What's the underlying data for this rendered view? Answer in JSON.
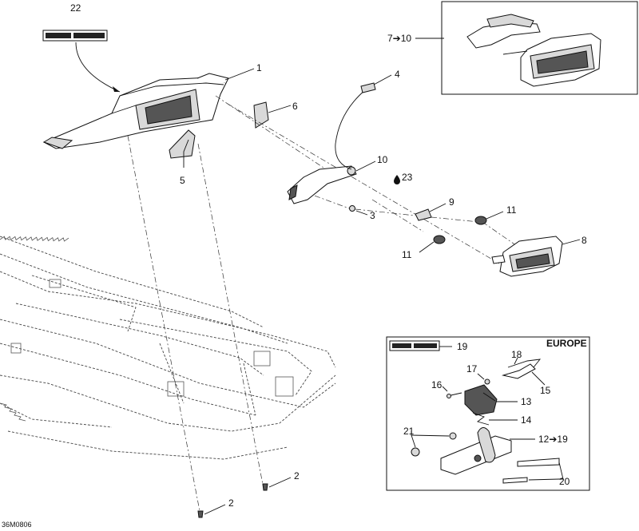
{
  "diagram_code": "36M0806",
  "inset_europe_title": "EUROPE",
  "callouts": {
    "c1": "1",
    "c2a": "2",
    "c2b": "2",
    "c3": "3",
    "c4": "4",
    "c5": "5",
    "c6": "6",
    "c7": "7➔10",
    "c8": "8",
    "c9": "9",
    "c10": "10",
    "c11a": "11",
    "c11b": "11",
    "c12": "12➔19",
    "c13": "13",
    "c14": "14",
    "c15": "15",
    "c16": "16",
    "c17": "17",
    "c18": "18",
    "c19": "19",
    "c20": "20",
    "c21": "21",
    "c22": "22",
    "c23": "23"
  },
  "icons": {
    "lubricant": "oil-drop-icon",
    "label_decal": "warning-label-icon"
  }
}
